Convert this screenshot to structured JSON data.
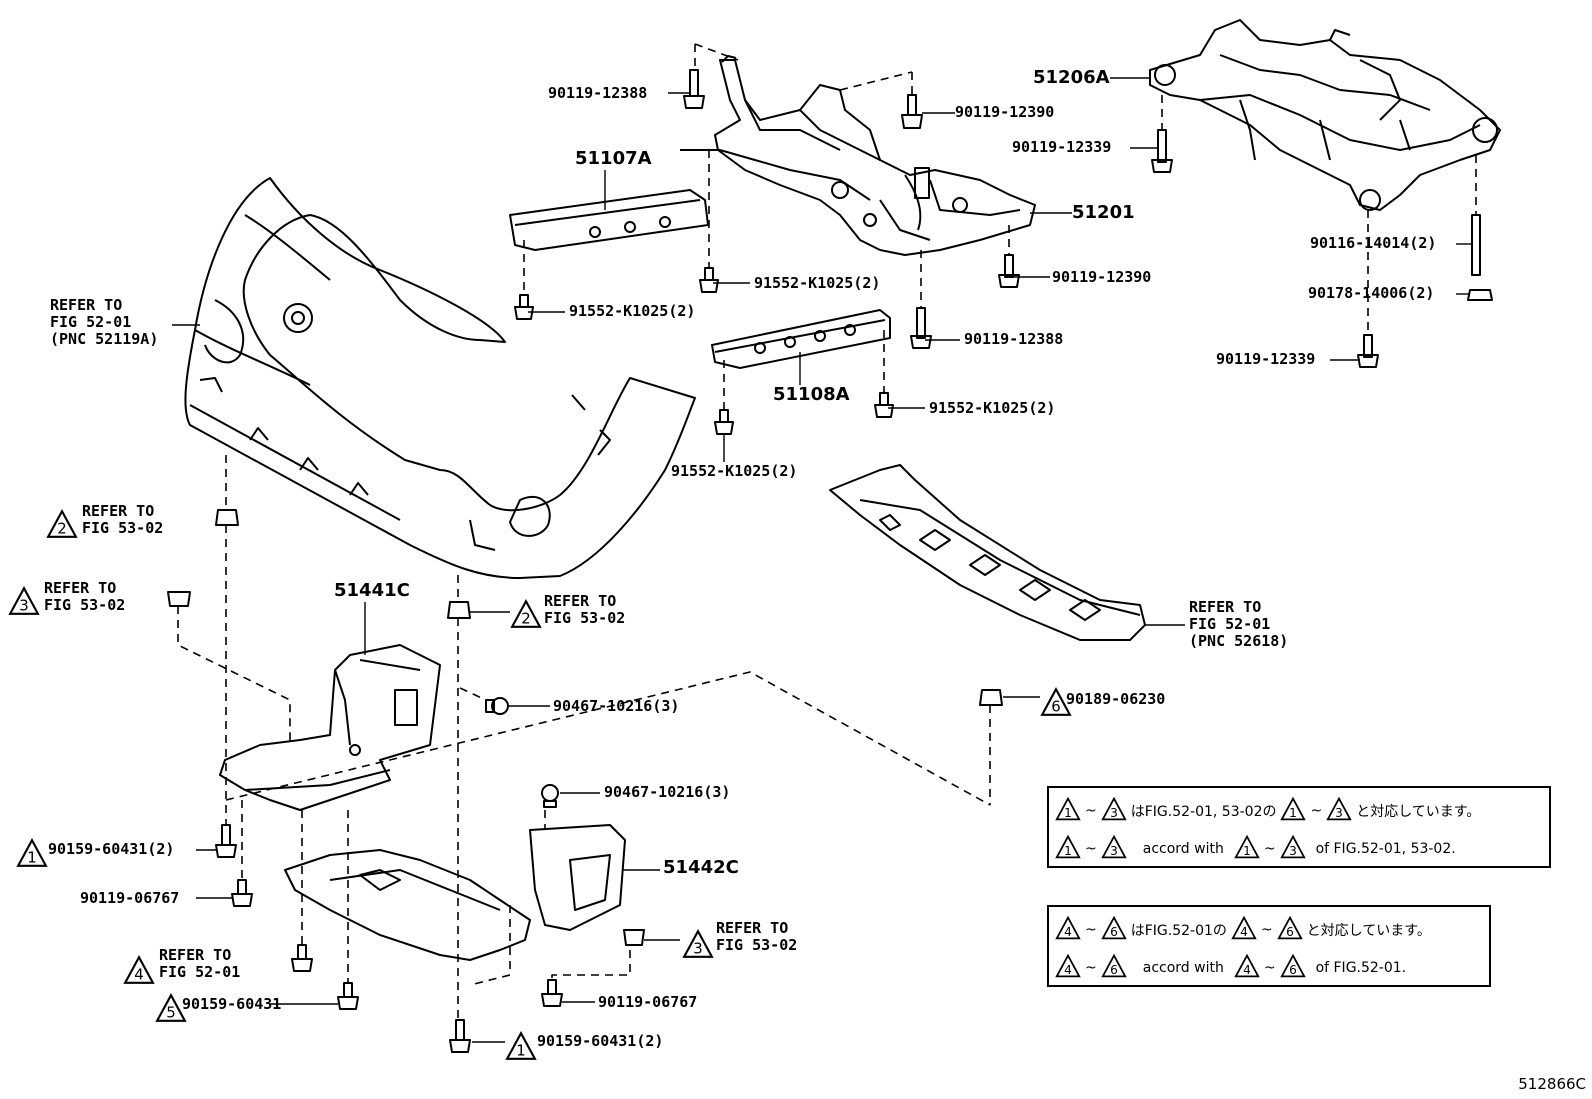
{
  "labels": {
    "p1": "90119-12388",
    "p2": "90119-12390",
    "p3": "51206A",
    "p4": "90119-12339",
    "p5": "51107A",
    "p6": "51201",
    "p7": "90116-14014(2)",
    "p8": "90178-14006(2)",
    "p9": "90119-12390",
    "p10": "91552-K1025(2)",
    "p11": "91552-K1025(2)",
    "p12": "90119-12388",
    "p13": "90119-12339",
    "p14": "51108A",
    "p15": "91552-K1025(2)",
    "p16": "91552-K1025(2)",
    "p17": "51441C",
    "p18": "90467-10216(3)",
    "p19": "90189-06230",
    "p20": "90467-10216(3)",
    "p21": "51442C",
    "p22": "90159-60431(2)",
    "p23": "90119-06767",
    "p24": "90159-60431",
    "p25": "90119-06767",
    "p26": "90159-60431(2)"
  },
  "refers": {
    "r1": {
      "a": "REFER TO",
      "b": "FIG 52-01",
      "c": "(PNC 52119A)"
    },
    "r2": {
      "a": "REFER TO",
      "b": "FIG 53-02"
    },
    "r3": {
      "a": "REFER TO",
      "b": "FIG 53-02"
    },
    "r4": {
      "a": "REFER TO",
      "b": "FIG 53-02"
    },
    "r5": {
      "a": "REFER TO",
      "b": "FIG 52-01",
      "c": "(PNC 52618)"
    },
    "r6": {
      "a": "REFER TO",
      "b": "FIG 53-02"
    },
    "r7": {
      "a": "REFER TO",
      "b": "FIG 52-01"
    }
  },
  "markers": {
    "m_r2": "2",
    "m_r3": "3",
    "m_r4": "2",
    "m_p19": "6",
    "m_p22": "1",
    "m_r6": "3",
    "m_r7": "4",
    "m_p24": "5",
    "m_p26": "1"
  },
  "notes": {
    "n1": {
      "ja": {
        "t1": "1",
        "t2": "3",
        "mid": "はFIG.52-01, 53-02の",
        "t3": "1",
        "t4": "3",
        "end": "と対応しています。"
      },
      "en": {
        "t1": "1",
        "t2": "3",
        "mid": "accord with",
        "t3": "1",
        "t4": "3",
        "end": "of FIG.52-01, 53-02."
      }
    },
    "n2": {
      "ja": {
        "t1": "4",
        "t2": "6",
        "mid": "はFIG.52-01の",
        "t3": "4",
        "t4": "6",
        "end": "と対応しています。"
      },
      "en": {
        "t1": "4",
        "t2": "6",
        "mid": "accord with",
        "t3": "4",
        "t4": "6",
        "end": "of FIG.52-01."
      }
    },
    "tilde": "~"
  },
  "doc_id": "512866C"
}
